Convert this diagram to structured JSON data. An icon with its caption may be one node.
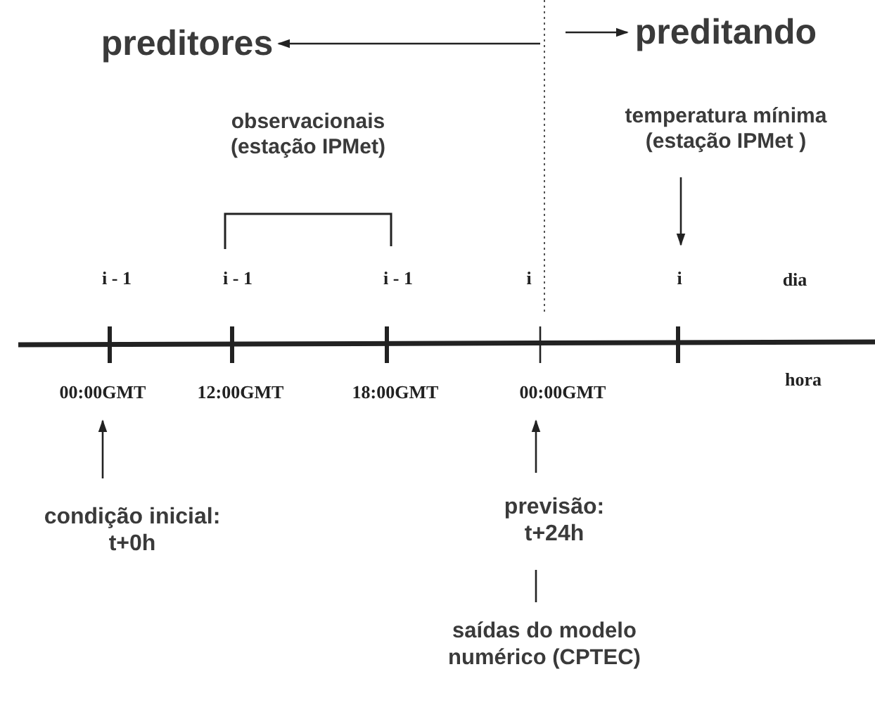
{
  "diagram": {
    "nodes": [
      {
        "text": [
          "preditores"
        ]
      },
      {
        "text": [
          "preditando"
        ]
      },
      {
        "text": [
          "observacionais (estação IPMet)"
        ]
      },
      {
        "text": [
          "temperatura mínima (estação IPMet )"
        ]
      },
      {
        "text": [
          "condição inicial: t+0h"
        ]
      },
      {
        "text": [
          "previsão: t+24h"
        ]
      },
      {
        "text": [
          "saídas do modelo numérico (CPTEC)"
        ]
      },
      {
        "text": [
          "00:00GMT"
        ]
      },
      {
        "text": [
          "00:00GMT"
        ]
      }
    ],
    "edges": [
      {
        "from": null,
        "to": 0,
        "arrow": "to"
      },
      {
        "from": null,
        "to": 1,
        "arrow": "to"
      },
      {
        "from": 3,
        "to": null,
        "arrow": "to"
      },
      {
        "from": 4,
        "to": 7,
        "arrow": "to"
      },
      {
        "from": 5,
        "to": 8,
        "arrow": "to"
      },
      {
        "from": 6,
        "to": 5,
        "arrow": "none"
      }
    ],
    "labels": [
      "i - 1",
      "i - 1",
      "i - 1",
      "i",
      "i",
      "dia",
      "12:00GMT",
      "18:00GMT",
      "hora"
    ]
  }
}
